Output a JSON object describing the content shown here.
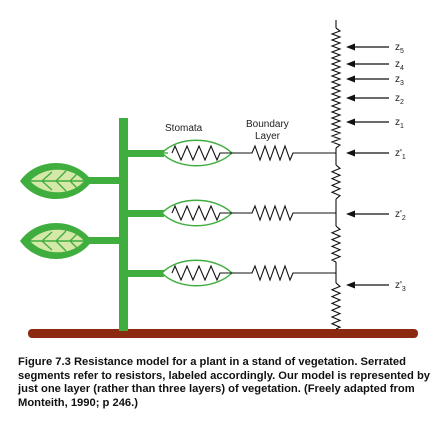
{
  "labels": {
    "stomata": "Stomata",
    "boundary_line1": "Boundary",
    "boundary_line2": "Layer"
  },
  "z_labels": [
    {
      "base": "z",
      "sub": "5"
    },
    {
      "base": "z",
      "sub": "4"
    },
    {
      "base": "z",
      "sub": "3"
    },
    {
      "base": "z",
      "sub": "2"
    },
    {
      "base": "z",
      "sub": "1"
    },
    {
      "base": "z'",
      "sub": "1"
    },
    {
      "base": "z'",
      "sub": "2"
    },
    {
      "base": "z'",
      "sub": "3"
    }
  ],
  "caption": {
    "figure_label": "Figure 7.3",
    "text": " Resistance model for a plant in a stand of vegetation. Serrated segments refer to resistors, labeled accordingly. Our model is represented by just one layer (rather than three layers) of vegetation. (Freely adapted from Monteith, 1990; p 246.)"
  },
  "colors": {
    "plant_green": "#3fae3f",
    "leaf_light": "#d6e8a8",
    "ground": "#8b2a10",
    "wire": "#111111"
  }
}
